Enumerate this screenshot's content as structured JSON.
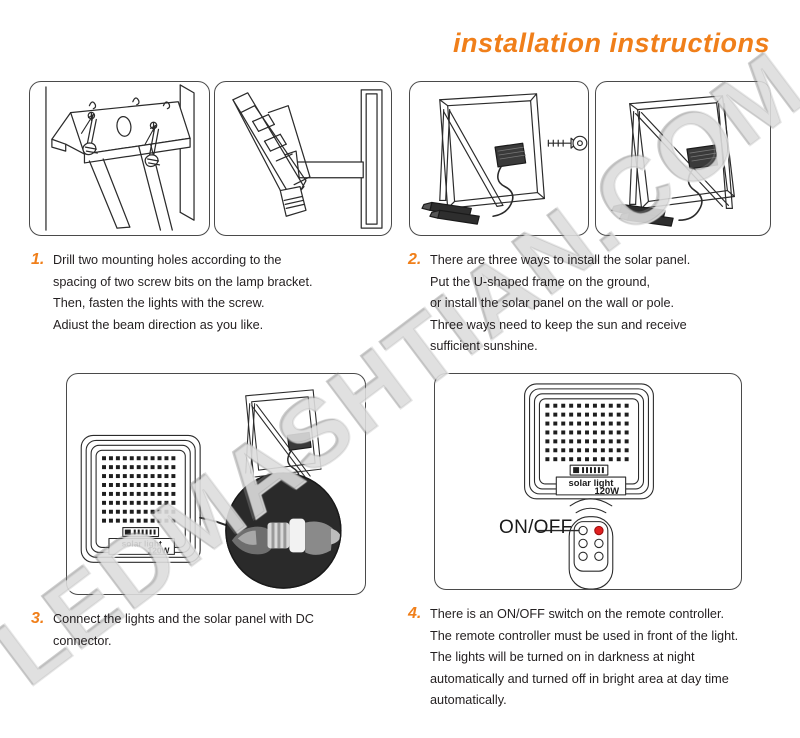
{
  "header": {
    "title": "installation  instructions",
    "accent_color": "#f07f1a"
  },
  "watermark": {
    "text": "LEDMASHTIAN.COM"
  },
  "panels": [
    {
      "id": "panel-1",
      "alt": "bracket-with-two-screws-diagram"
    },
    {
      "id": "panel-2",
      "alt": "floodlight-side-view-wall-mount-diagram"
    },
    {
      "id": "panel-3",
      "alt": "solar-panel-u-frame-with-screw-diagram"
    },
    {
      "id": "panel-4",
      "alt": "solar-panel-u-frame-on-ground-diagram"
    },
    {
      "id": "panel-5",
      "alt": "floodlight-and-solar-panel-dc-connector-diagram"
    },
    {
      "id": "panel-6",
      "alt": "floodlight-with-remote-controller-diagram"
    }
  ],
  "product_label": {
    "name": "solar light",
    "wattage": "120W"
  },
  "callouts": {
    "onoff": "ON/OFF"
  },
  "steps": [
    {
      "number": "1.",
      "lines": [
        "Drill two mounting holes according to the",
        "spacing of two screw bits on the lamp bracket.",
        "Then, fasten the lights with the screw.",
        "Adiust the beam direction as you like."
      ]
    },
    {
      "number": "2.",
      "lines": [
        "There are three ways to install the solar panel.",
        "Put the U-shaped frame on the ground,",
        "or install the solar panel on the wall or pole.",
        "Three ways need to keep the sun and receive",
        "sufficient sunshine."
      ]
    },
    {
      "number": "3.",
      "lines": [
        "Connect the lights and the solar panel with DC",
        "connector."
      ]
    },
    {
      "number": "4.",
      "lines": [
        "There is an ON/OFF switch on the remote controller.",
        "The remote controller must be used in front of the light.",
        "The lights will be turned on in darkness at night",
        "automatically and turned off in bright area at day time",
        "automatically."
      ]
    }
  ]
}
